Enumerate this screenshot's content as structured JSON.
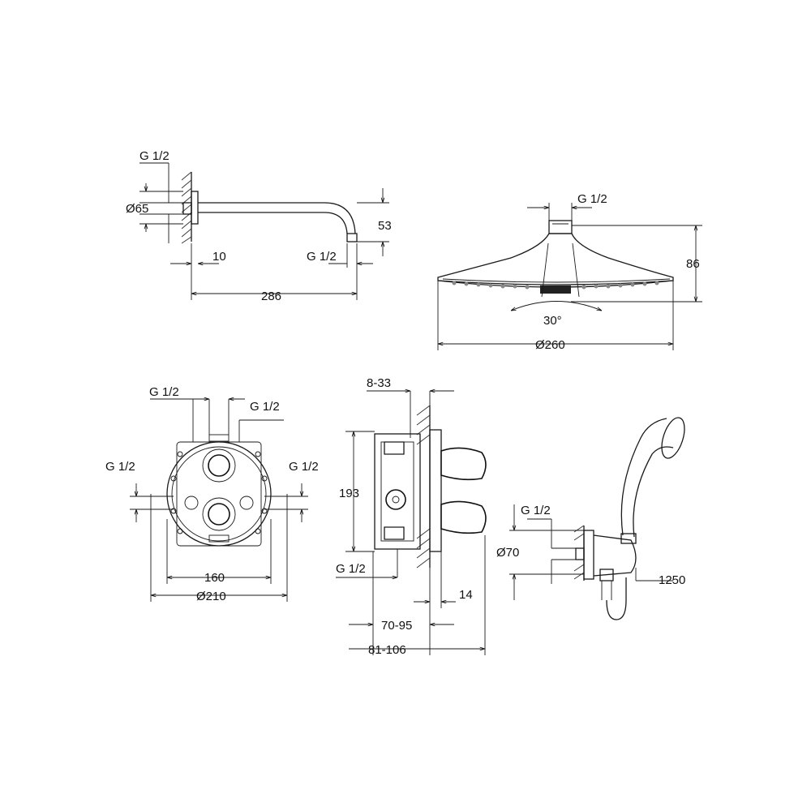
{
  "arm": {
    "thread_top": "G 1/2",
    "flange_dia": "Ø65",
    "wall_offset": "10",
    "thread_end": "G 1/2",
    "drop": "53",
    "length": "286"
  },
  "head": {
    "thread": "G 1/2",
    "height": "86",
    "angle": "30°",
    "diameter": "Ø260"
  },
  "plate": {
    "thread_top_left": "G 1/2",
    "thread_top_right": "G 1/2",
    "thread_left": "G 1/2",
    "thread_right": "G 1/2",
    "width_inner": "160",
    "diameter": "Ø210"
  },
  "body": {
    "depth_range": "8-33",
    "height": "193",
    "thread_bottom": "G 1/2",
    "offset": "14",
    "install_range": "70-95",
    "total_range": "81-106"
  },
  "handshower": {
    "thread": "G 1/2",
    "outlet_dia": "Ø70",
    "hose_length": "1250"
  }
}
